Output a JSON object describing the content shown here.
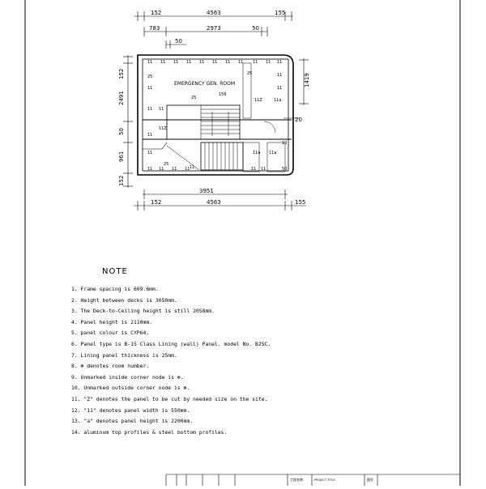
{
  "drawing": {
    "room_name": "EMERGENCY GEN. ROOM",
    "top_dims": [
      "152",
      "4563",
      "155"
    ],
    "sub_dims": [
      "783",
      "2973",
      "50"
    ],
    "small_dim": "50",
    "left_dims": [
      "152",
      "2491",
      "50",
      "961",
      "152"
    ],
    "right_dims": [
      "1419",
      "20"
    ],
    "bottom_dims": [
      "3951",
      "152",
      "4563",
      "155"
    ],
    "panel_tag": "11",
    "panel_tag_25": "25",
    "panel_tag_156": "156",
    "panel_tag_11z": "11Z",
    "panel_tag_11a": "11a",
    "panel_tag_50": "50",
    "panel_tag_10": "10"
  },
  "notes": {
    "title": "NOTE",
    "items": [
      "1. Frame spacing is 609.6mm.",
      "2. Height between decks is 3050mm.",
      "3. The Deck-to-Ceiling height is still 2058mm.",
      "4. Panel height is 2110mm.",
      "5. panel colour is CYP64.",
      "6. Panel type is B-15 Class Lining (wall) Panel. model No. B25C.",
      "7. Lining panel thickness is 25mm.",
      "8. ⊕ denotes room number.",
      "9. Unmarked inside corner node is ⊕.",
      "10. Unmarked outside corner node is ⊕.",
      "11. \"Z\" denotes the panel to be cut by needed size on the site.",
      "12. \"11\" denotes panel width is 550mm.",
      "13. \"a\" denotes panel height is 2200mm.",
      "14. aluminum top profiles & steel bottom profiles."
    ]
  },
  "title_block": {
    "label_a": "工程名称",
    "label_b": "PROJECT TITLE",
    "label_c": "图号"
  }
}
